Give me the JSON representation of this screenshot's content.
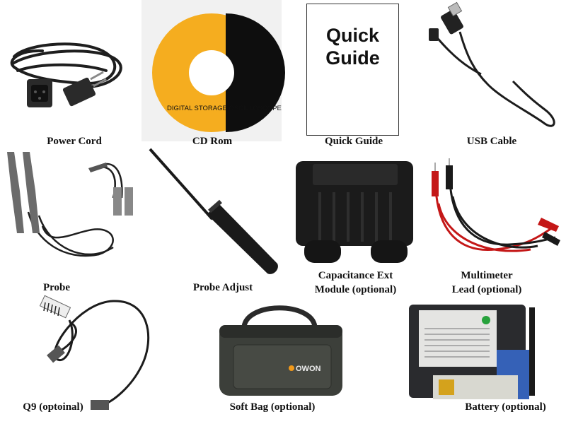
{
  "items": {
    "power_cord": "Power Cord",
    "cd_rom": "CD Rom",
    "quick_guide": "Quick Guide",
    "usb_cable": "USB Cable",
    "probe": "Probe",
    "probe_adjust": "Probe Adjust",
    "capacitance_line1": "Capacitance Ext",
    "capacitance_line2": "Module (optional)",
    "multimeter_line1": "Multimeter",
    "multimeter_line2": "Lead (optional)",
    "q9": "Q9 (optoinal)",
    "soft_bag": "Soft Bag (optional)",
    "battery": "Battery (optional)"
  },
  "book": {
    "line1": "Quick",
    "line2": "Guide"
  },
  "cd": {
    "ring_text": "DIGITAL STORAGE OSCILLOSCOPE"
  },
  "bag": {
    "logo": "OWON"
  },
  "colors": {
    "cd_yellow": "#f5ad1f",
    "cd_black": "#0e0e0e",
    "lead_red": "#c41717"
  }
}
